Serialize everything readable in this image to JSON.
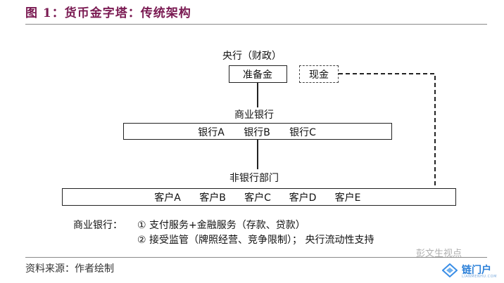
{
  "title": "图 1：货币金字塔：传统架构",
  "diagram": {
    "central_bank": {
      "label": "央行（财政）",
      "reserve": "准备金",
      "cash": "现金"
    },
    "commercial": {
      "label": "商业银行",
      "banks": [
        "银行A",
        "银行B",
        "银行C"
      ]
    },
    "non_bank": {
      "label": "非银行部门",
      "customers": [
        "客户A",
        "客户B",
        "客户C",
        "客户D",
        "客户E"
      ]
    }
  },
  "notes": {
    "prefix": "商业银行：",
    "line1": "① 支付服务+金融服务（存款、贷款）",
    "line2": "② 接受监管（牌照经营、竞争限制）；  央行流动性支持"
  },
  "source": "资料来源：作者绘制",
  "watermark": {
    "text": "彭文生视点",
    "brand": "链门户",
    "brand_sub": "LIANMENHU.COM"
  }
}
